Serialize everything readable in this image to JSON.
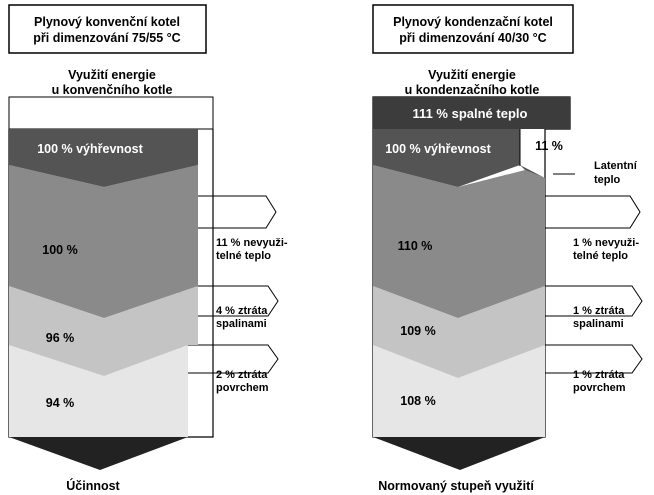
{
  "left": {
    "title_line1": "Plynový konvenční kotel",
    "title_line2": "při dimenzování 75/55 °C",
    "subtitle_line1": "Využití energie",
    "subtitle_line2": "u konvenčního kotle",
    "band_top": "100 % výhřevnost",
    "value_1": "100 %",
    "value_2": "96 %",
    "value_3": "94 %",
    "loss_1_line1": "11 % nevyuži-",
    "loss_1_line2": "telné teplo",
    "loss_2_line1": "4 % ztráta",
    "loss_2_line2": "spalinami",
    "loss_3_line1": "2 % ztráta",
    "loss_3_line2": "povrchem",
    "bottom_label": "Účinnost"
  },
  "right": {
    "title_line1": "Plynový kondenzační kotel",
    "title_line2": "při dimenzování 40/30 °C",
    "subtitle_line1": "Využití energie",
    "subtitle_line2": "u kondenzačního kotle",
    "gross_heat": "111 % spalné teplo",
    "band_top": "100 % výhřevnost",
    "latent_pct": "11 %",
    "latent_label_line1": "Latentní",
    "latent_label_line2": "teplo",
    "value_1": "110 %",
    "value_2": "109 %",
    "value_3": "108 %",
    "loss_1_line1": "1 % nevyuži-",
    "loss_1_line2": "telné teplo",
    "loss_2_line1": "1 % ztráta",
    "loss_2_line2": "spalinami",
    "loss_3_line1": "1 % ztráta",
    "loss_3_line2": "povrchem",
    "bottom_label": "Normovaný stupeň využití"
  },
  "colors": {
    "dark": "#545454",
    "mid": "#8a8a8a",
    "light": "#c4c4c4",
    "lightest": "#e6e6e6",
    "black": "#222222"
  }
}
